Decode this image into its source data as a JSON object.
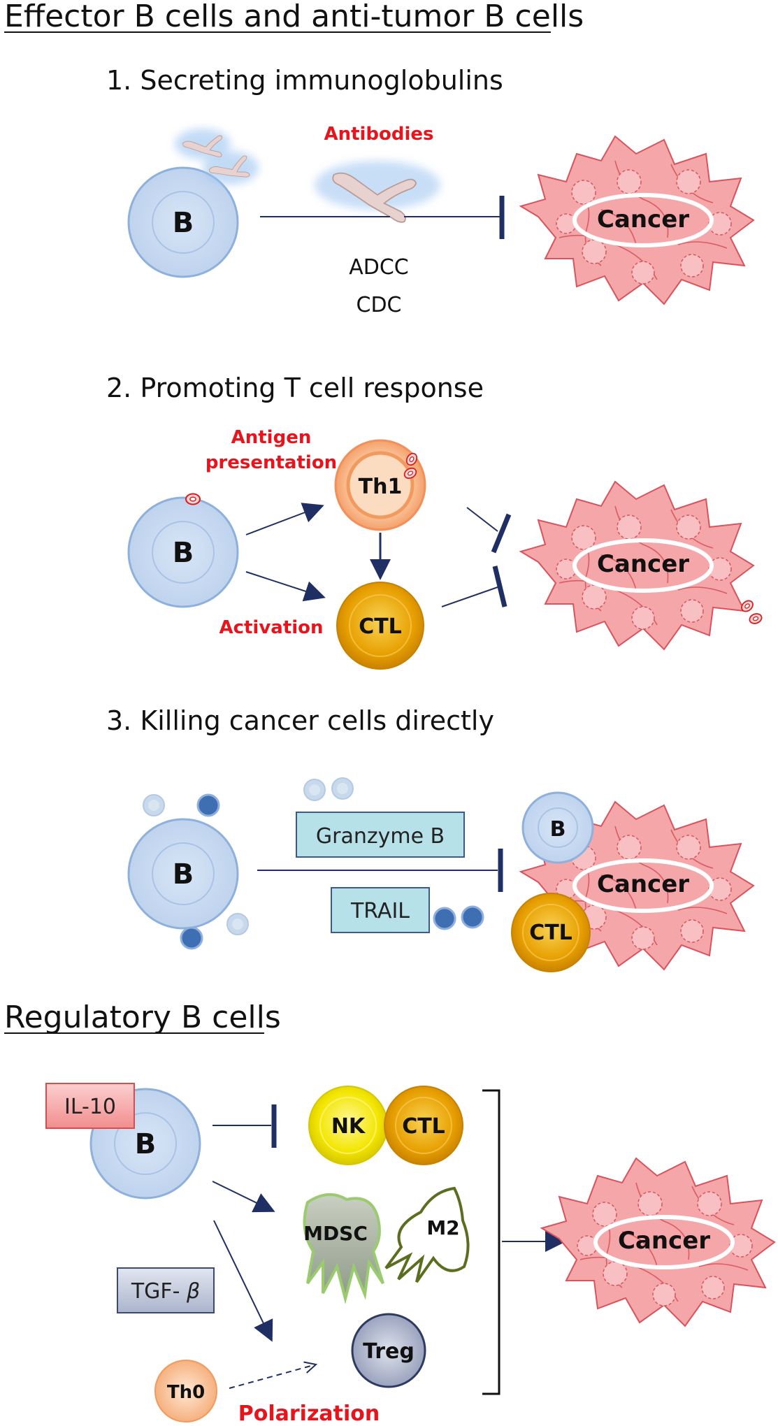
{
  "headings": {
    "effector": "Effector B cells and anti-tumor B cells",
    "regulatory": "Regulatory B cells"
  },
  "sections": {
    "s1": {
      "title": "1. Secreting immunoglobulins",
      "antibodies": "Antibodies",
      "mechanisms": [
        "ADCC",
        "CDC"
      ]
    },
    "s2": {
      "title": "2. Promoting T cell response",
      "antigen_presentation": [
        "Antigen",
        "presentation"
      ],
      "activation": "Activation"
    },
    "s3": {
      "title": "3. Killing cancer cells directly",
      "granzyme": "Granzyme B",
      "trail": "TRAIL"
    },
    "regulatory": {
      "il10": "IL-10",
      "tgfb_prefix": "TGF- ",
      "tgfb_symbol": "β",
      "polarization": "Polarization"
    }
  },
  "labels": {
    "b_cell": "B",
    "th1": "Th1",
    "ctl": "CTL",
    "nk": "NK",
    "mdsc": "MDSC",
    "m2": "M2",
    "treg": "Treg",
    "th0": "Th0",
    "cancer": "Cancer"
  },
  "colors": {
    "b_cell_fill": "#c5d8f0",
    "b_cell_stroke": "#8eb0dd",
    "arrow": "#1f2f64",
    "red_text": "#e8141c",
    "cancer_fill": "#f4a6a8",
    "cancer_stroke": "#d9535c",
    "th1_fill": "#f8b888",
    "ctl_fill": "#e8a000",
    "nk_fill": "#f3e600",
    "mdsc_fill": "#b8c4b0",
    "m2_fill": "#ffffff",
    "treg_fill": "#b9c0d6",
    "granzyme_box": "#b7e1e8",
    "il10_box": "#f7a5a5",
    "tgfb_box": "#c3cbe0"
  }
}
